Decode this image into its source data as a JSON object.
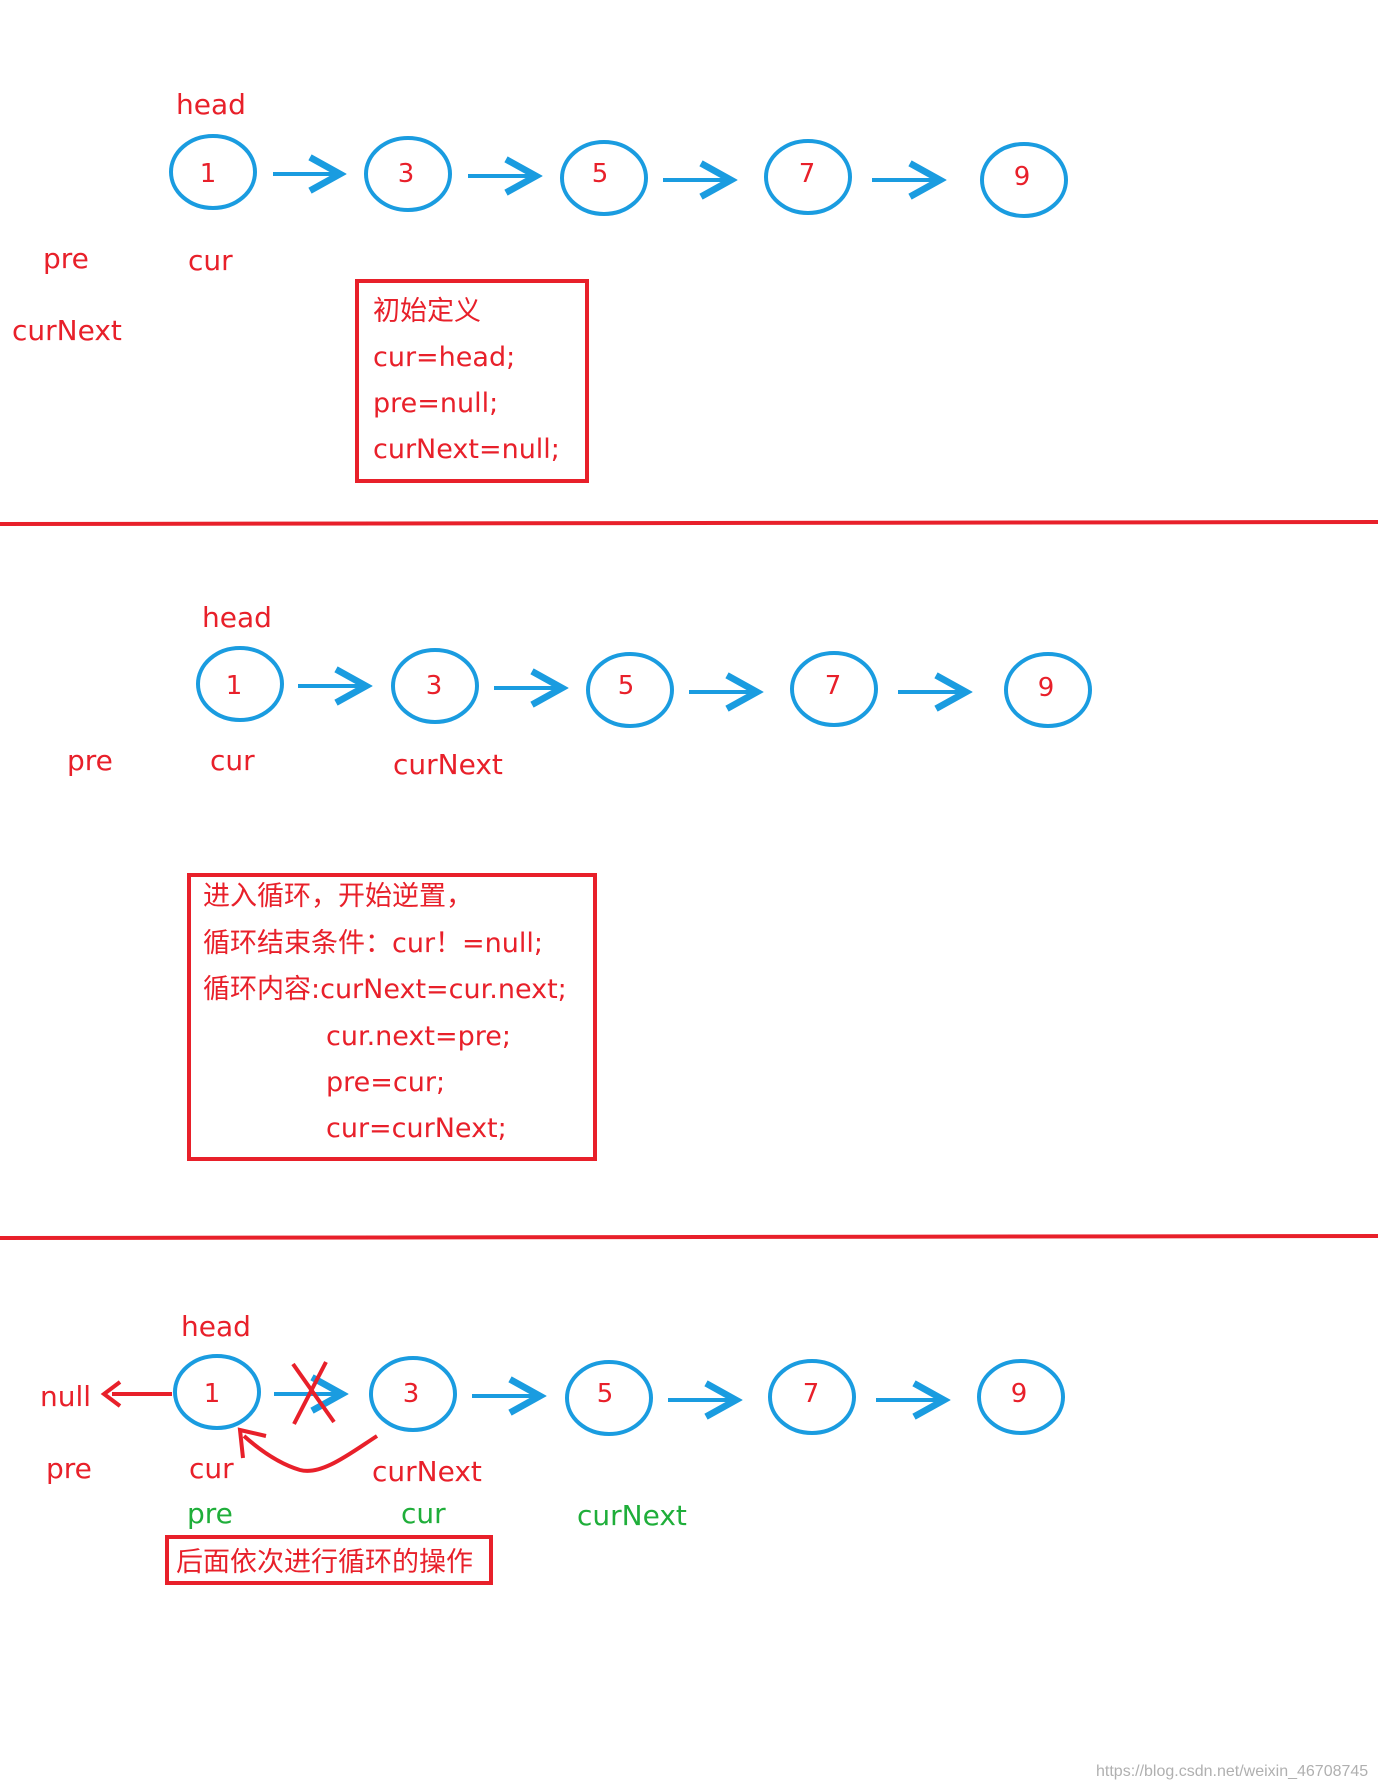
{
  "nodes": [
    "1",
    "3",
    "5",
    "7",
    "9"
  ],
  "colors": {
    "node_stroke": "#1a9ce0",
    "label_red": "#e8202a",
    "label_green": "#1fae3a",
    "divider": "#e8202a"
  },
  "section1": {
    "head": "head",
    "pre": "pre",
    "cur": "cur",
    "curNext": "curNext",
    "box_lines": [
      "初始定义",
      "cur=head;",
      "pre=null;",
      "curNext=null;"
    ]
  },
  "section2": {
    "head": "head",
    "pre": "pre",
    "cur": "cur",
    "curNext": "curNext",
    "box_lines": [
      "进入循环，开始逆置，",
      "循环结束条件：cur！=null;",
      "循环内容:curNext=cur.next;",
      "cur.next=pre;",
      "pre=cur;",
      "cur=curNext;"
    ]
  },
  "section3": {
    "head": "head",
    "null": "null",
    "pre": "pre",
    "cur": "cur",
    "curNext": "curNext",
    "next_pre": "pre",
    "next_cur": "cur",
    "next_curNext": "curNext",
    "box_line": "后面依次进行循环的操作"
  },
  "watermark": "https://blog.csdn.net/weixin_46708745"
}
